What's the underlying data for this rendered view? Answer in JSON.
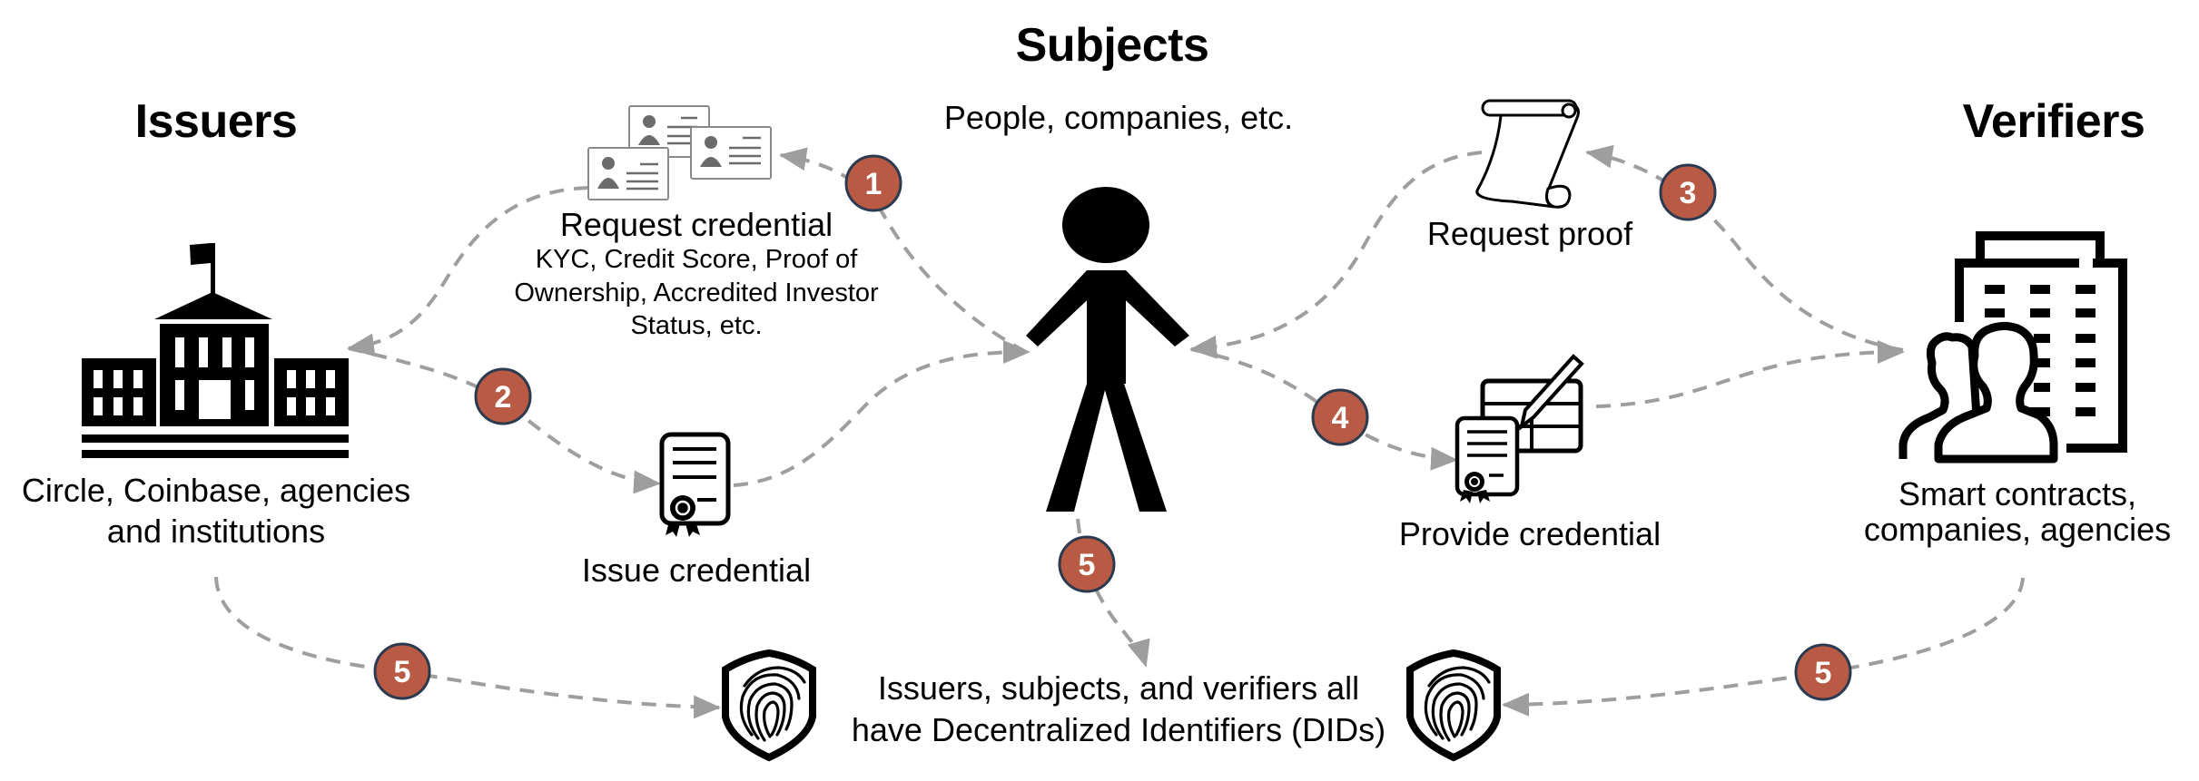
{
  "colors": {
    "badge_fill": "#B85A44",
    "badge_stroke": "#2C3A50",
    "arrow": "#9E9E9E",
    "icon": "#000000",
    "card_icon": "#6B6B6B"
  },
  "columns": {
    "issuers": {
      "title": "Issuers",
      "description_lines": [
        "Circle, Coinbase, agencies",
        "and institutions"
      ],
      "icon": "government-building-icon"
    },
    "subjects": {
      "title": "Subjects",
      "description": "People, companies, etc.",
      "icon": "person-stick-figure-icon"
    },
    "verifiers": {
      "title": "Verifiers",
      "description_lines": [
        "Smart contracts,",
        "companies, agencies"
      ],
      "icon": "people-office-building-icon"
    }
  },
  "steps": {
    "request_credential": {
      "label": "Request credential",
      "detail_lines": [
        "KYC, Credit Score, Proof of",
        "Ownership, Accredited Investor",
        "Status, etc."
      ],
      "icon": "id-cards-icon"
    },
    "issue_credential": {
      "label": "Issue credential",
      "icon": "certificate-icon"
    },
    "request_proof": {
      "label": "Request proof",
      "icon": "scroll-icon"
    },
    "provide_credential": {
      "label": "Provide credential",
      "icon": "certificate-form-pencil-icon"
    },
    "did": {
      "lines": [
        "Issuers, subjects, and verifiers all",
        "have Decentralized Identifiers (DIDs)"
      ],
      "icon": "fingerprint-shield-icon"
    }
  },
  "badges": [
    "1",
    "2",
    "3",
    "4",
    "5",
    "5",
    "5"
  ]
}
